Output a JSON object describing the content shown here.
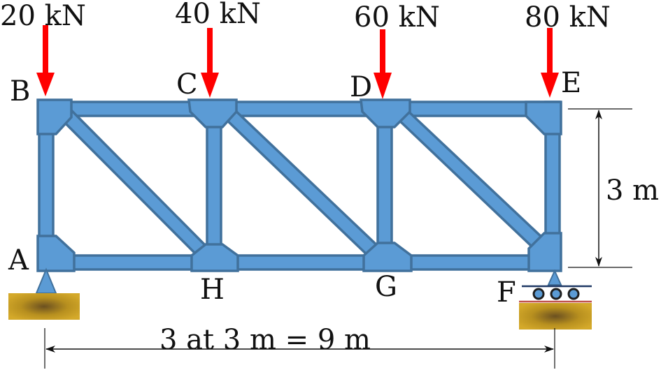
{
  "loads": [
    {
      "node": "B",
      "label": "20 kN"
    },
    {
      "node": "C",
      "label": "40 kN"
    },
    {
      "node": "D",
      "label": "60 kN"
    },
    {
      "node": "E",
      "label": "80 kN"
    }
  ],
  "nodes": {
    "A": "A",
    "B": "B",
    "C": "C",
    "D": "D",
    "E": "E",
    "F": "F",
    "G": "G",
    "H": "H"
  },
  "dimensions": {
    "height": "3 m",
    "span": "3 at 3 m = 9 m"
  },
  "colors": {
    "member": "#5b9bd5",
    "member_edge": "#41719c",
    "load_arrow": "#ff0000",
    "support": "#5b9bd5",
    "ground": "#c9a227"
  }
}
